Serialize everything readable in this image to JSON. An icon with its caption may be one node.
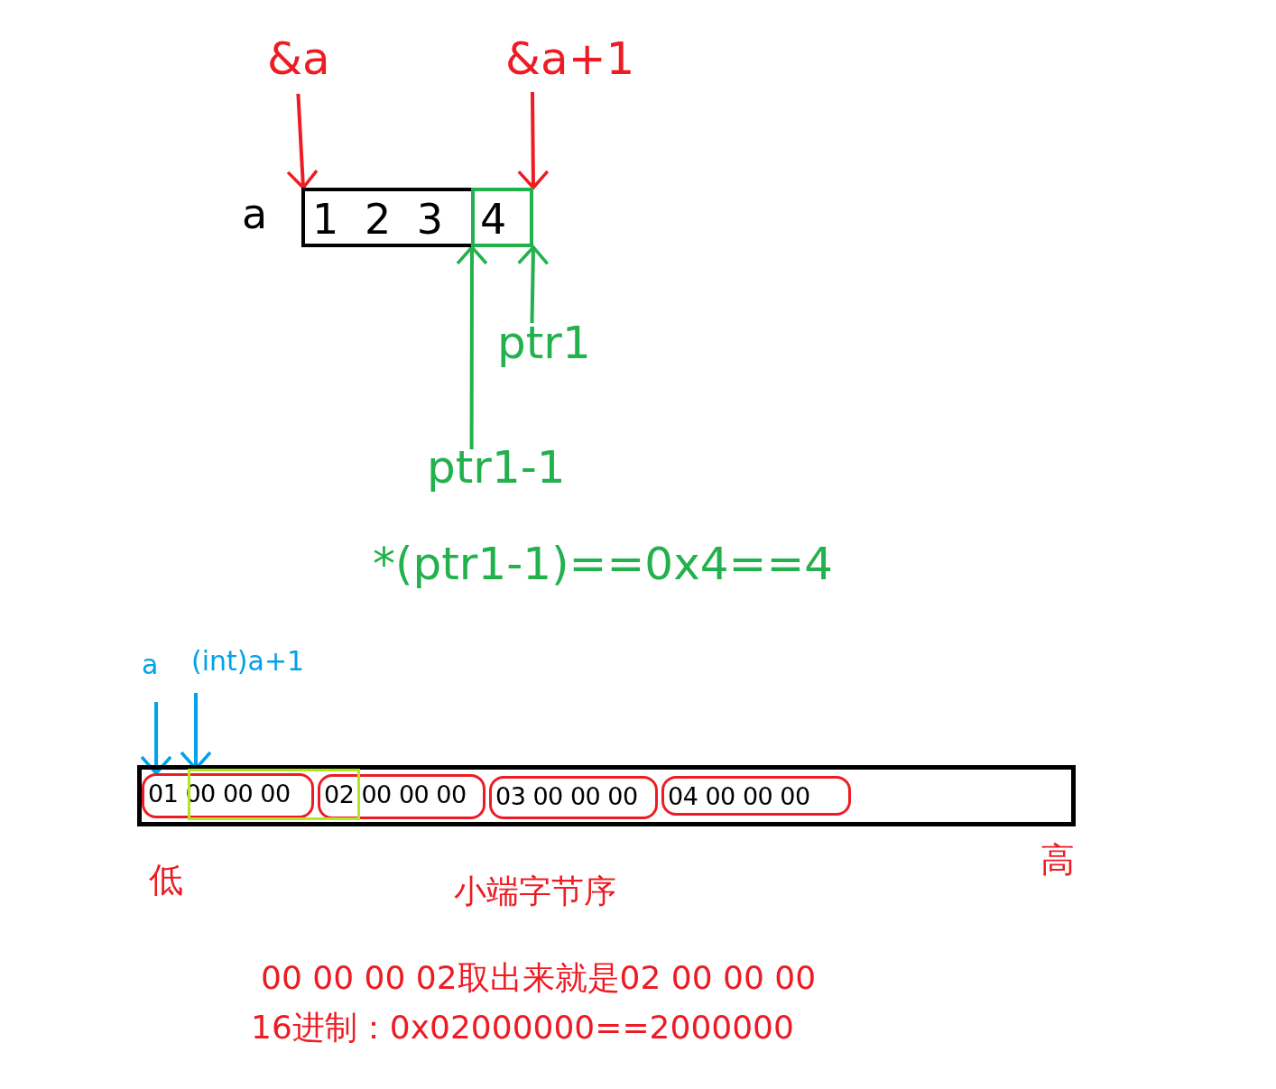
{
  "diagram": {
    "nodes": [
      {
        "text": [
          "&a"
        ]
      },
      {
        "text": [
          "&a+1"
        ]
      },
      {
        "text": [
          "1 2 3"
        ],
        "beside": [
          "a"
        ]
      },
      {
        "text": [
          "4"
        ],
        "in": 2
      },
      {
        "text": [
          "ptr1"
        ]
      },
      {
        "text": [
          "ptr1-1"
        ]
      },
      {
        "text": [
          "a"
        ]
      },
      {
        "text": [
          "(int)a+1"
        ]
      },
      {
        "text": [],
        "shape": "box"
      },
      {
        "text": [
          "01 00 00 00"
        ],
        "in": 8
      },
      {
        "text": [],
        "shape": "box",
        "in": 8
      },
      {
        "text": [
          "02 00 00 00"
        ],
        "in": 8
      },
      {
        "text": [
          "03 00 00 00"
        ],
        "in": 8
      },
      {
        "text": [
          "04 00 00 00"
        ],
        "in": 8
      }
    ],
    "edges": [
      {
        "from": 0,
        "to": 2,
        "arrow": "to",
        "color": "#ed1c24"
      },
      {
        "from": 1,
        "to": 3,
        "arrow": "to",
        "color": "#ed1c24"
      },
      {
        "from": 4,
        "to": 3,
        "arrow": "to",
        "color": "#22b14c"
      },
      {
        "from": 5,
        "to": 3,
        "arrow": "to",
        "color": "#22b14c"
      },
      {
        "from": 6,
        "to": 9,
        "arrow": "to",
        "color": "#00a2e8"
      },
      {
        "from": 7,
        "to": 10,
        "arrow": "to",
        "color": "#00a2e8"
      }
    ],
    "labels": [
      "*(ptr1-1)==0x4==4",
      "低",
      "高",
      "小端字节序",
      "00 00 00 02取出来就是02 00 00 00",
      "16进制：0x02000000==2000000"
    ]
  }
}
